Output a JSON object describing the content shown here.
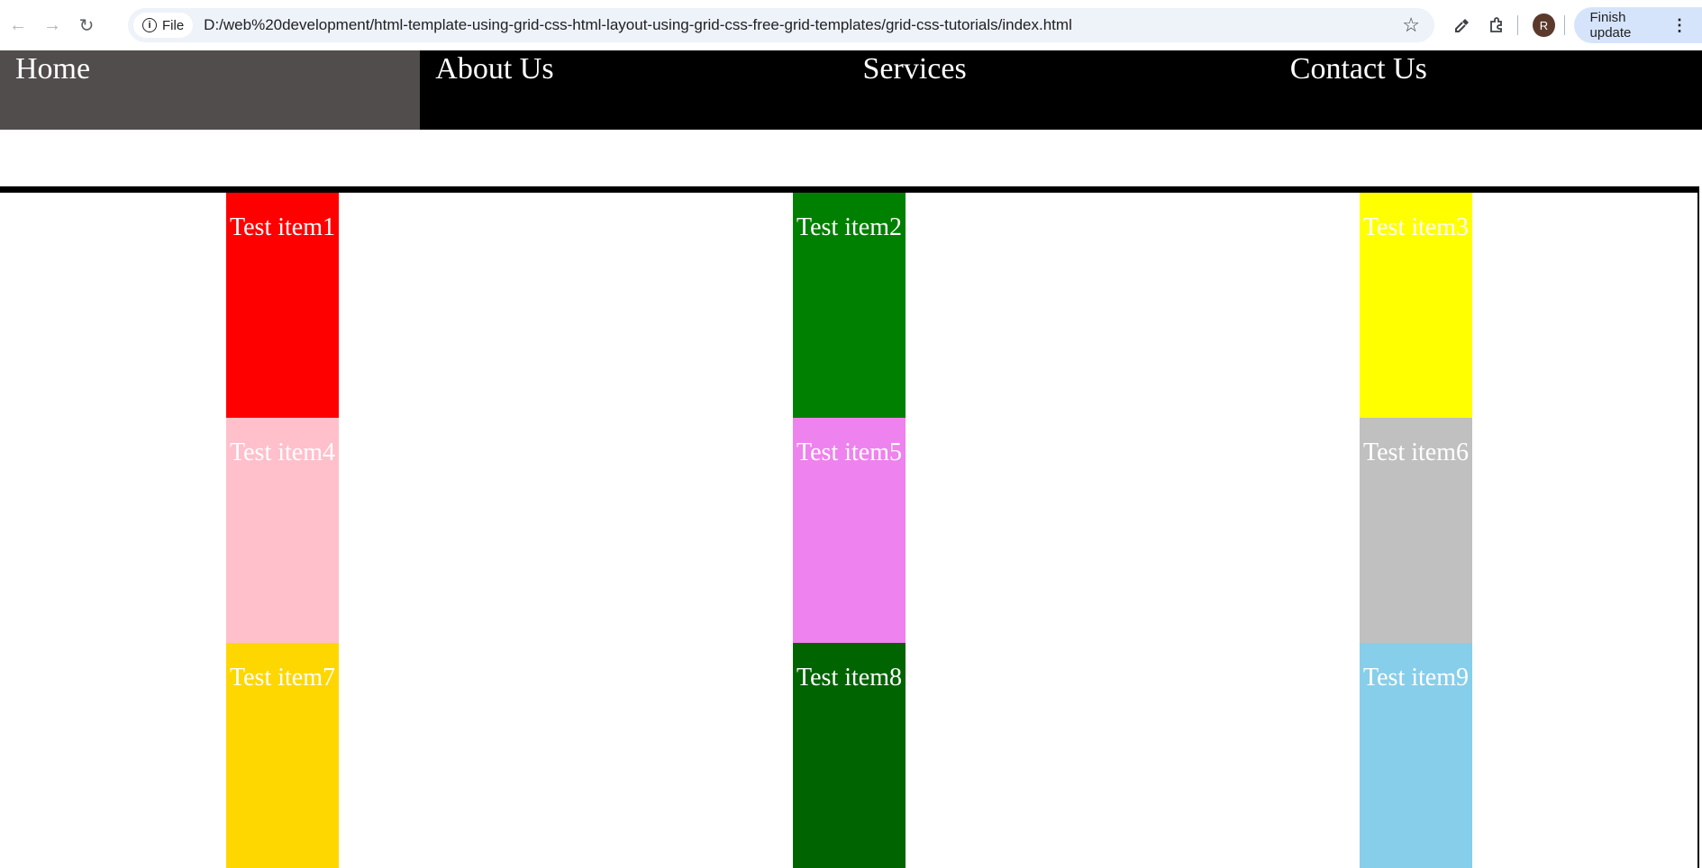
{
  "browser": {
    "site_chip_label": "File",
    "url": "D:/web%20development/html-template-using-grid-css-html-layout-using-grid-css-free-grid-templates/grid-css-tutorials/index.html",
    "avatar_initial": "R",
    "finish_update_label": "Finish update",
    "icons": [
      "back-icon",
      "forward-icon",
      "reload-icon",
      "info-icon",
      "star-icon",
      "eyedropper-icon",
      "extensions-icon",
      "kebab-menu-icon"
    ]
  },
  "nav": {
    "items": [
      {
        "label": "Home",
        "active": true
      },
      {
        "label": "About Us"
      },
      {
        "label": "Services"
      },
      {
        "label": "Contact Us"
      }
    ]
  },
  "grid": {
    "items": [
      {
        "label": "Test item1",
        "color": "#ff0000"
      },
      {
        "label": "Test item2",
        "color": "#008000"
      },
      {
        "label": "Test item3",
        "color": "#ffff00"
      },
      {
        "label": "Test item4",
        "color": "#ffc0cb"
      },
      {
        "label": "Test item5",
        "color": "#ee82ee"
      },
      {
        "label": "Test item6",
        "color": "#c0c0c0"
      },
      {
        "label": "Test item7",
        "color": "#ffd700"
      },
      {
        "label": "Test item8",
        "color": "#006400"
      },
      {
        "label": "Test item9",
        "color": "#87ceeb"
      }
    ]
  },
  "colors": {
    "nav_background": "#000000",
    "nav_active_background": "#514d4c"
  }
}
